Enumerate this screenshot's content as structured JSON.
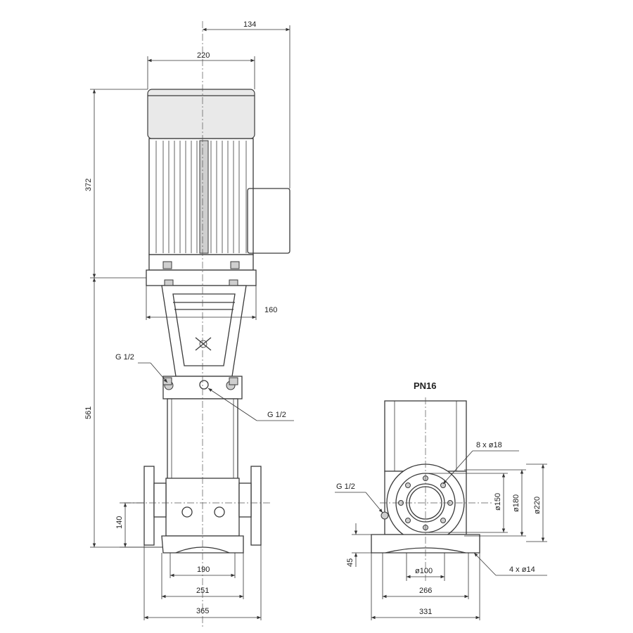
{
  "diagram": {
    "front_view": {
      "dimensions": {
        "top_offset": "134",
        "motor_width": "220",
        "motor_height": "372",
        "bracket_width": "160",
        "pump_height": "561",
        "inlet_height": "140",
        "base_inner": "190",
        "base_mid": "251",
        "base_total": "365"
      },
      "callouts": {
        "vent_plug_left": "G 1/2",
        "vent_plug_right": "G 1/2"
      }
    },
    "side_view": {
      "title": "PN16",
      "dimensions": {
        "bolt_holes": "8 x ø18",
        "flange_d1": "ø150",
        "flange_d2": "ø180",
        "flange_d3": "ø220",
        "port_d": "ø100",
        "base_height": "45",
        "base_inner": "266",
        "base_total": "331",
        "foot_holes": "4 x ø14"
      },
      "callouts": {
        "drain_plug": "G 1/2"
      }
    }
  }
}
